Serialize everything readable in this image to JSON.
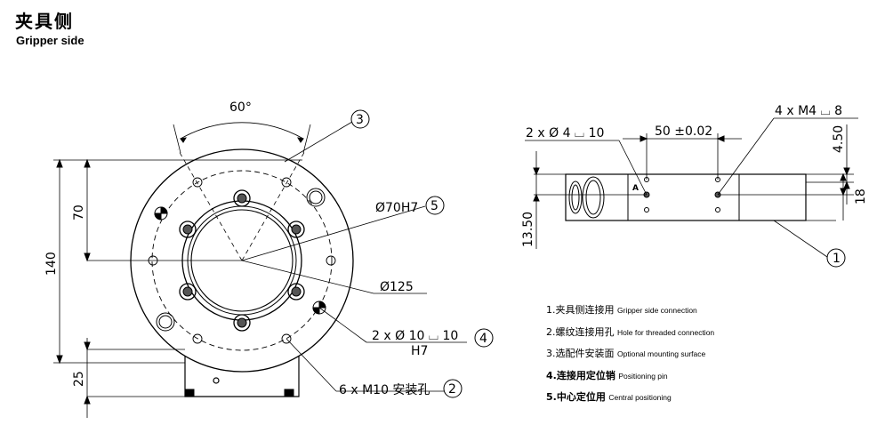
{
  "header": {
    "title_cn": "夹具侧",
    "title_en": "Gripper side"
  },
  "front_view": {
    "angle_label": "60°",
    "dim_70": "70",
    "dim_140": "140",
    "dim_25": "25",
    "bore_label": "Ø70H7",
    "pcd_label": "Ø125",
    "pin_hole_label": "2 x Ø 10 ⌴ 10",
    "pin_hole_tol": "H7",
    "thread_label": "6 x  M10 安装孔",
    "callouts": [
      "3",
      "5",
      "4",
      "2"
    ]
  },
  "side_view": {
    "hole_label": "2 x Ø 4 ⌴ 10",
    "dim_50": "50 ±0.02",
    "thread_label": "4 x  M4 ⌴ 8",
    "dim_4_50": "4.50",
    "dim_18": "18",
    "dim_13_50": "13.50",
    "marker": "A",
    "callout": "1"
  },
  "legend": [
    {
      "cn": "1.夹具侧连接用",
      "en": "Gripper side connection",
      "bold": false
    },
    {
      "cn": "2.螺纹连接用孔",
      "en": "Hole for threaded connection",
      "bold": false
    },
    {
      "cn": "3.选配件安装面",
      "en": "Optional mounting surface",
      "bold": false
    },
    {
      "cn": "4.连接用定位销",
      "en": "Positioning pin",
      "bold": true
    },
    {
      "cn": "5.中心定位用",
      "en": "Central positioning",
      "bold": true
    }
  ]
}
